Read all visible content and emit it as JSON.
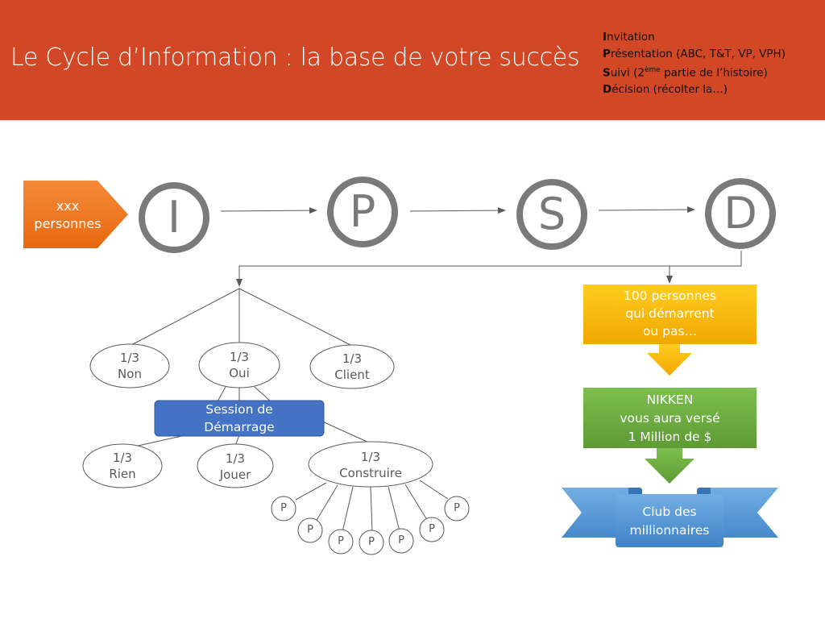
{
  "header": {
    "title": "Le Cycle d’Information : la base de votre succès",
    "legend": [
      {
        "initial": "I",
        "rest": "nvitation"
      },
      {
        "initial": "P",
        "rest": "résentation (ABC, T&T, VP, VPH)"
      },
      {
        "initial": "S",
        "rest": "uivi (2",
        "sup": "ème",
        "after": " partie de l’histoire)"
      },
      {
        "initial": "D",
        "rest": "écision (récolter la…)"
      }
    ]
  },
  "start_arrow": {
    "line1": "xxx",
    "line2": "personnes"
  },
  "steps": [
    "I",
    "P",
    "S",
    "D"
  ],
  "left_tree": {
    "level1": [
      {
        "line1": "1/3",
        "line2": "Non"
      },
      {
        "line1": "1/3",
        "line2": "Oui"
      },
      {
        "line1": "1/3",
        "line2": "Client"
      }
    ],
    "session": {
      "line1": "Session de",
      "line2": "Démarrage"
    },
    "level2": [
      {
        "line1": "1/3",
        "line2": "Rien"
      },
      {
        "line1": "1/3",
        "line2": "Jouer"
      },
      {
        "line1": "1/3",
        "line2": "Construire"
      }
    ],
    "p_label": "P"
  },
  "right_flow": {
    "box1": {
      "line1": "100 personnes",
      "line2": "qui démarrent",
      "line3": "ou pas…"
    },
    "box2": {
      "line1": "NIKKEN",
      "line2": "vous aura versé",
      "line3": "1 Million de $"
    },
    "banner": {
      "line1": "Club des",
      "line2": "millionnaires"
    }
  },
  "colors": {
    "header": "#d24726",
    "start_arrow": "#f07820",
    "circle": "#7a7a7a",
    "session_box": "#4472c4",
    "box_yellow": "#ffc000",
    "box_green": "#70ad47",
    "banner_blue": "#5b9bd5"
  }
}
